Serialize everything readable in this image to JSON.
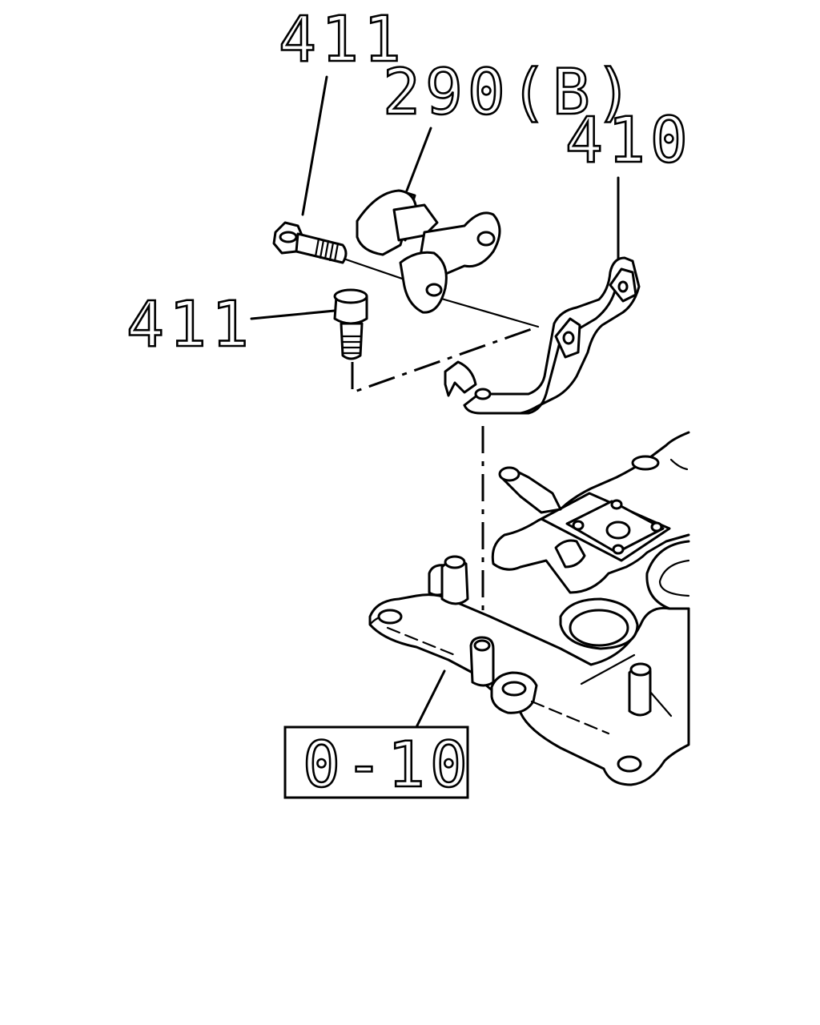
{
  "callouts": {
    "bolt_top": "411",
    "sensor": "290(B)",
    "bracket": "410",
    "bolt_left": "411"
  },
  "reference_box": {
    "label": "0-10"
  }
}
